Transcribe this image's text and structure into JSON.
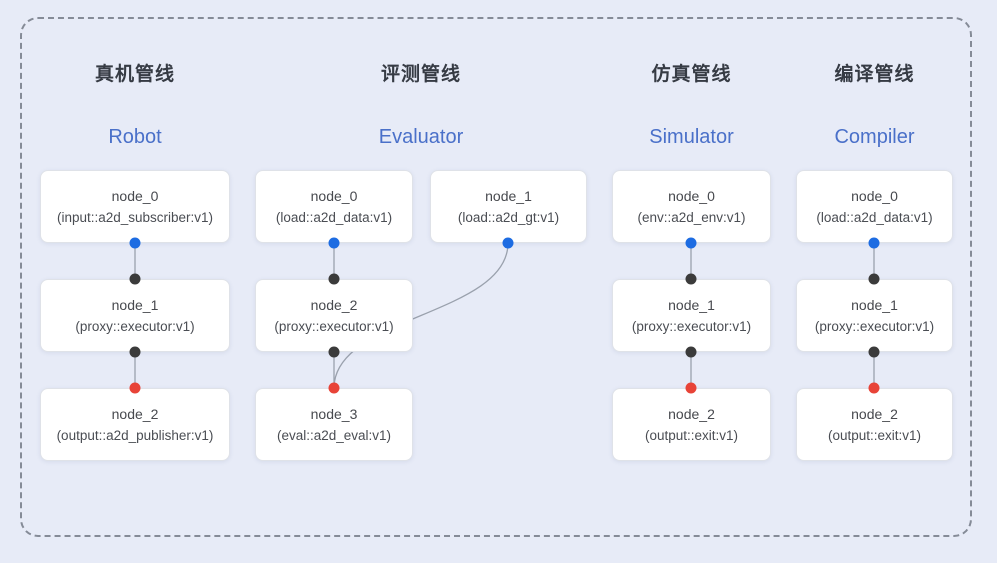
{
  "diagram": {
    "kind": "flow-pipeline-diagram",
    "pipelines": [
      {
        "id": "robot",
        "title_zh": "真机管线",
        "title_en": "Robot",
        "nodes": [
          {
            "name": "node_0",
            "type": "(input::a2d_subscriber:v1)"
          },
          {
            "name": "node_1",
            "type": "(proxy::executor:v1)"
          },
          {
            "name": "node_2",
            "type": "(output::a2d_publisher:v1)"
          }
        ]
      },
      {
        "id": "evaluator",
        "title_zh": "评测管线",
        "title_en": "Evaluator",
        "nodes": [
          {
            "name": "node_0",
            "type": "(load::a2d_data:v1)"
          },
          {
            "name": "node_1",
            "type": "(load::a2d_gt:v1)"
          },
          {
            "name": "node_2",
            "type": "(proxy::executor:v1)"
          },
          {
            "name": "node_3",
            "type": "(eval::a2d_eval:v1)"
          }
        ]
      },
      {
        "id": "simulator",
        "title_zh": "仿真管线",
        "title_en": "Simulator",
        "nodes": [
          {
            "name": "node_0",
            "type": "(env::a2d_env:v1)"
          },
          {
            "name": "node_1",
            "type": "(proxy::executor:v1)"
          },
          {
            "name": "node_2",
            "type": "(output::exit:v1)"
          }
        ]
      },
      {
        "id": "compiler",
        "title_zh": "编译管线",
        "title_en": "Compiler",
        "nodes": [
          {
            "name": "node_0",
            "type": "(load::a2d_data:v1)"
          },
          {
            "name": "node_1",
            "type": "(proxy::executor:v1)"
          },
          {
            "name": "node_2",
            "type": "(output::exit:v1)"
          }
        ]
      }
    ],
    "edges": [
      {
        "from": "robot/node_0",
        "to": "robot/node_1"
      },
      {
        "from": "robot/node_1",
        "to": "robot/node_2"
      },
      {
        "from": "evaluator/node_0",
        "to": "evaluator/node_2"
      },
      {
        "from": "evaluator/node_1",
        "to": "evaluator/node_3"
      },
      {
        "from": "evaluator/node_2",
        "to": "evaluator/node_3"
      },
      {
        "from": "simulator/node_0",
        "to": "simulator/node_1"
      },
      {
        "from": "simulator/node_1",
        "to": "simulator/node_2"
      },
      {
        "from": "compiler/node_0",
        "to": "compiler/node_1"
      },
      {
        "from": "compiler/node_1",
        "to": "compiler/node_2"
      }
    ],
    "colors": {
      "background": "#e7ebf7",
      "dashed_border": "#858b97",
      "node_background": "#ffffff",
      "node_border": "#dfe2e8",
      "node_text": "#47494e",
      "edge": "#9aa1ad",
      "handle_source_blue": "#1d6ce2",
      "handle_mid_black": "#3b3b3b",
      "handle_target_red": "#e84337",
      "title_zh_color": "#363b44",
      "title_en_color": "#4a70c9"
    }
  }
}
